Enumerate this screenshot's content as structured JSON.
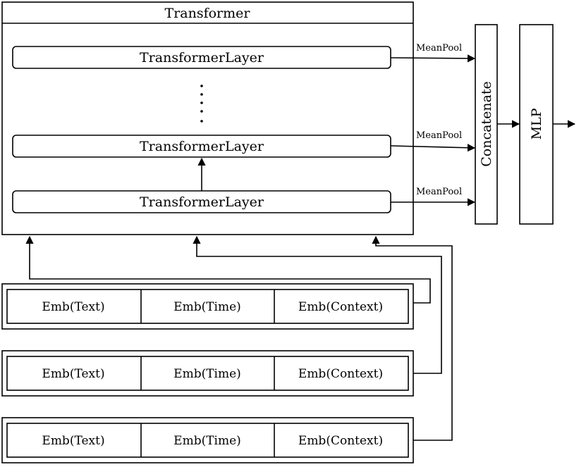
{
  "transformer": {
    "title": "Transformer",
    "layers": [
      {
        "label": "TransformerLayer"
      },
      {
        "label": "TransformerLayer"
      },
      {
        "label": "TransformerLayer"
      }
    ],
    "pool_label": "MeanPool"
  },
  "concat_label": "Concatenate",
  "mlp_label": "MLP",
  "embedding_rows": [
    {
      "cells": [
        "Emb(Text)",
        "Emb(Time)",
        "Emb(Context)"
      ]
    },
    {
      "cells": [
        "Emb(Text)",
        "Emb(Time)",
        "Emb(Context)"
      ]
    },
    {
      "cells": [
        "Emb(Text)",
        "Emb(Time)",
        "Emb(Context)"
      ]
    }
  ]
}
